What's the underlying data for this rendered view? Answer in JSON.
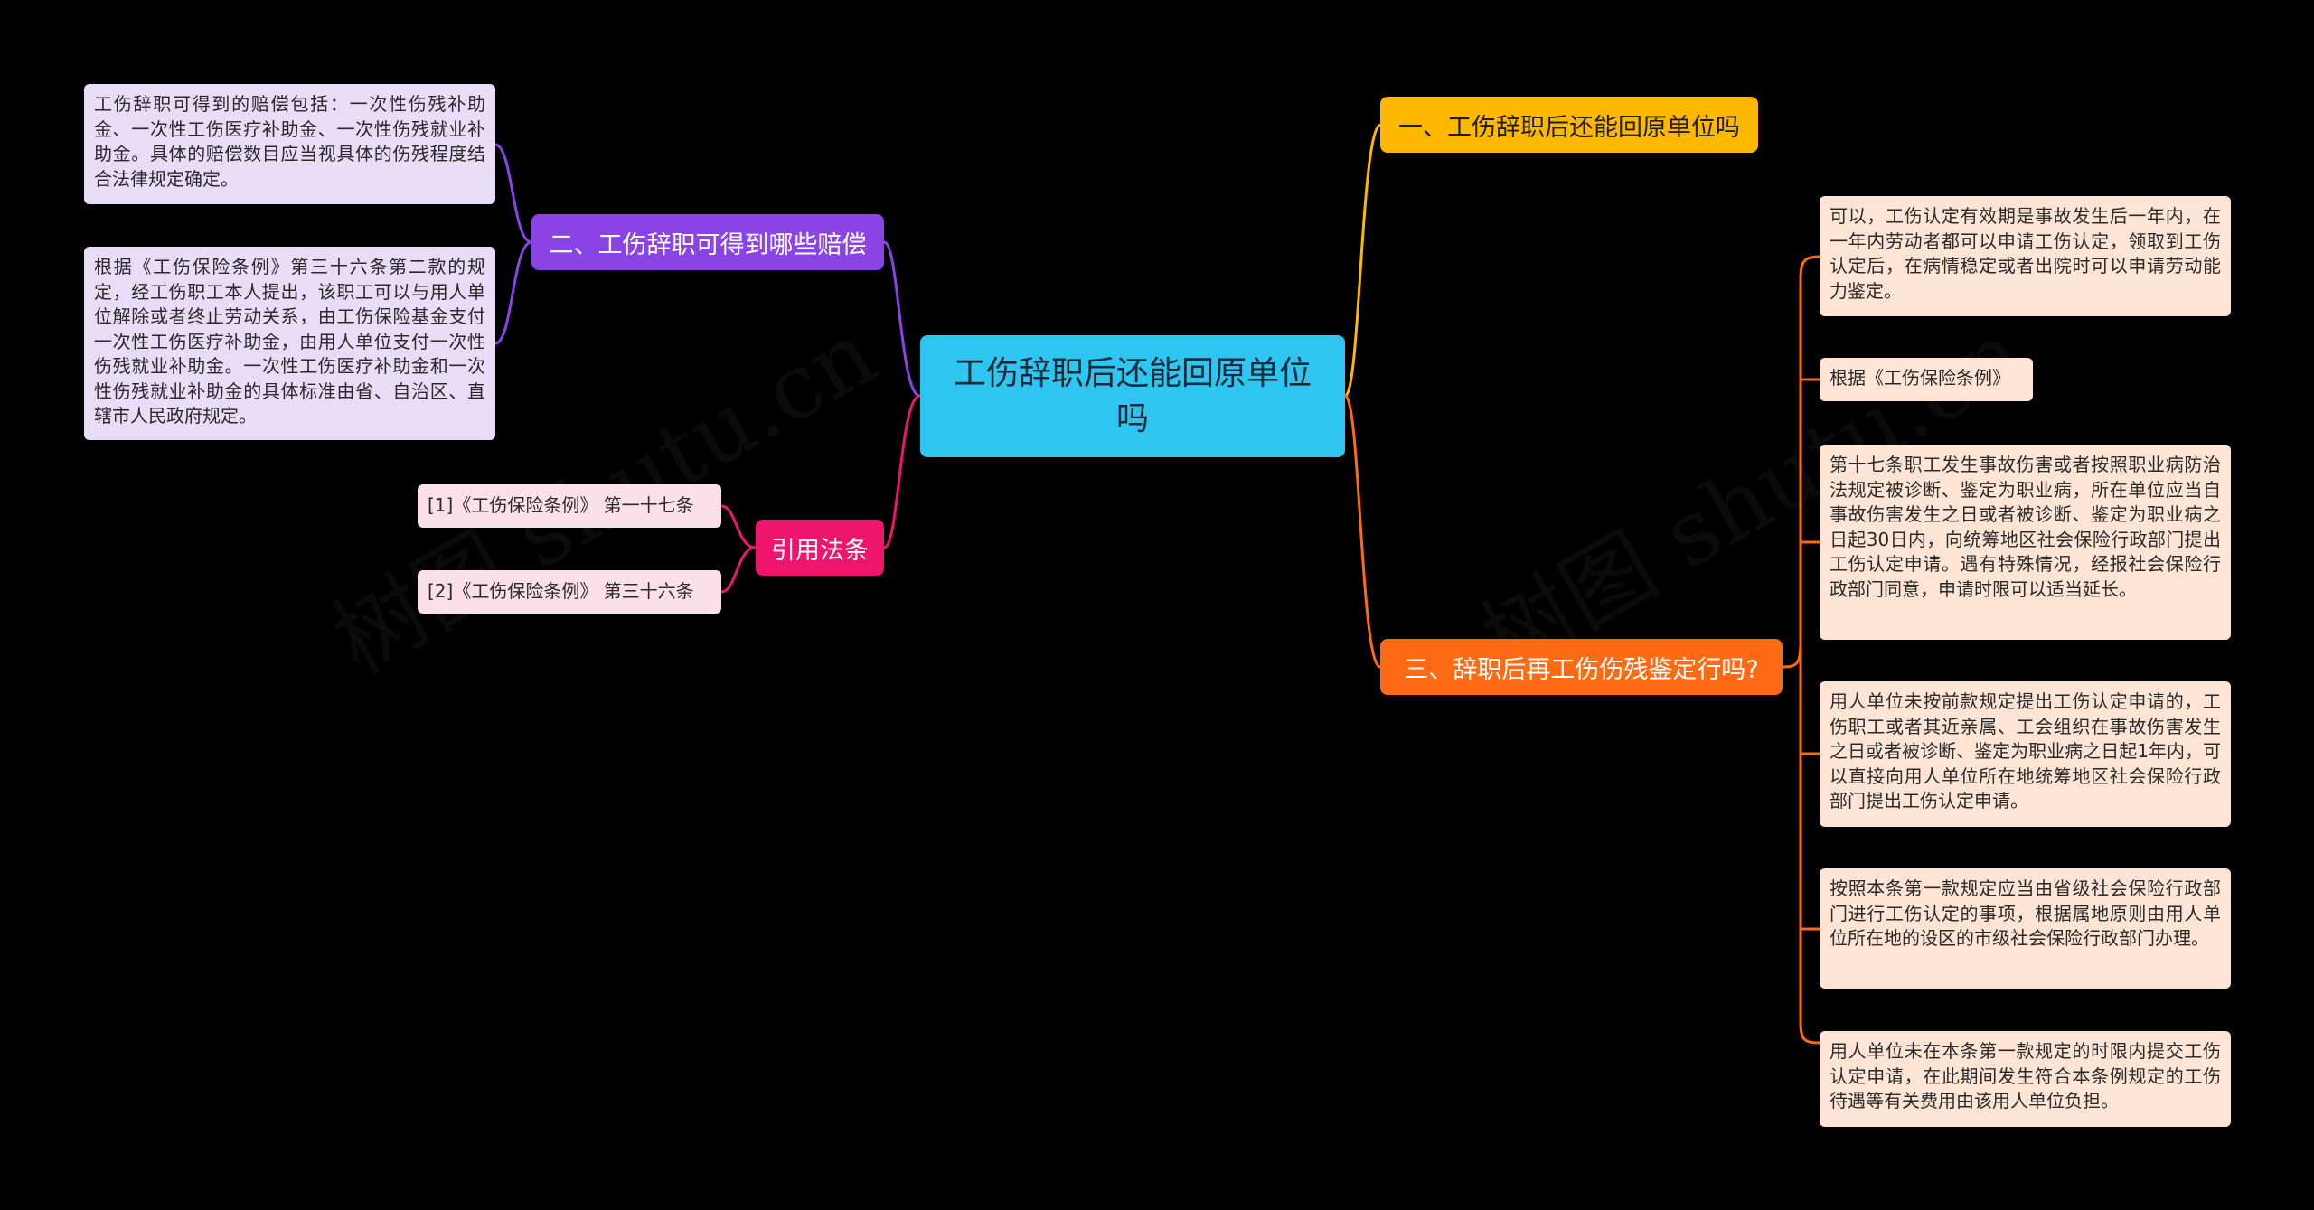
{
  "watermark": "树图 shutu.cn",
  "root": {
    "label": "工伤辞职后还能回原单位吗"
  },
  "branches": {
    "b1": {
      "label": "一、工伤辞职后还能回原单位吗"
    },
    "b2": {
      "label": "二、工伤辞职可得到哪些赔偿",
      "leaves": [
        "工伤辞职可得到的赔偿包括：一次性伤残补助金、一次性工伤医疗补助金、一次性伤残就业补助金。具体的赔偿数目应当视具体的伤残程度结合法律规定确定。",
        "根据《工伤保险条例》第三十六条第二款的规定，经工伤职工本人提出，该职工可以与用人单位解除或者终止劳动关系，由工伤保险基金支付一次性工伤医疗补助金，由用人单位支付一次性伤残就业补助金。一次性工伤医疗补助金和一次性伤残就业补助金的具体标准由省、自治区、直辖市人民政府规定。"
      ]
    },
    "b3": {
      "label": "三、辞职后再工伤伤残鉴定行吗?",
      "leaves": [
        "可以，工伤认定有效期是事故发生后一年内，在一年内劳动者都可以申请工伤认定，领取到工伤认定后，在病情稳定或者出院时可以申请劳动能力鉴定。",
        "根据《工伤保险条例》",
        "第十七条职工发生事故伤害或者按照职业病防治法规定被诊断、鉴定为职业病，所在单位应当自事故伤害发生之日或者被诊断、鉴定为职业病之日起30日内，向统筹地区社会保险行政部门提出工伤认定申请。遇有特殊情况，经报社会保险行政部门同意，申请时限可以适当延长。",
        "用人单位未按前款规定提出工伤认定申请的，工伤职工或者其近亲属、工会组织在事故伤害发生之日或者被诊断、鉴定为职业病之日起1年内，可以直接向用人单位所在地统筹地区社会保险行政部门提出工伤认定申请。",
        "按照本条第一款规定应当由省级社会保险行政部门进行工伤认定的事项，根据属地原则由用人单位所在地的设区的市级社会保险行政部门办理。",
        "用人单位未在本条第一款规定的时限内提交工伤认定申请，在此期间发生符合本条例规定的工伤待遇等有关费用由该用人单位负担。"
      ]
    },
    "cite": {
      "label": "引用法条",
      "leaves": [
        "[1]《工伤保险条例》 第一十七条",
        "[2]《工伤保险条例》 第三十六条"
      ]
    }
  },
  "colors": {
    "root": "#2ec6f0",
    "right_link": "#ff6a14",
    "b1_link": "#ffb800",
    "b2": "#8a43e6",
    "cite": "#f0156c"
  }
}
